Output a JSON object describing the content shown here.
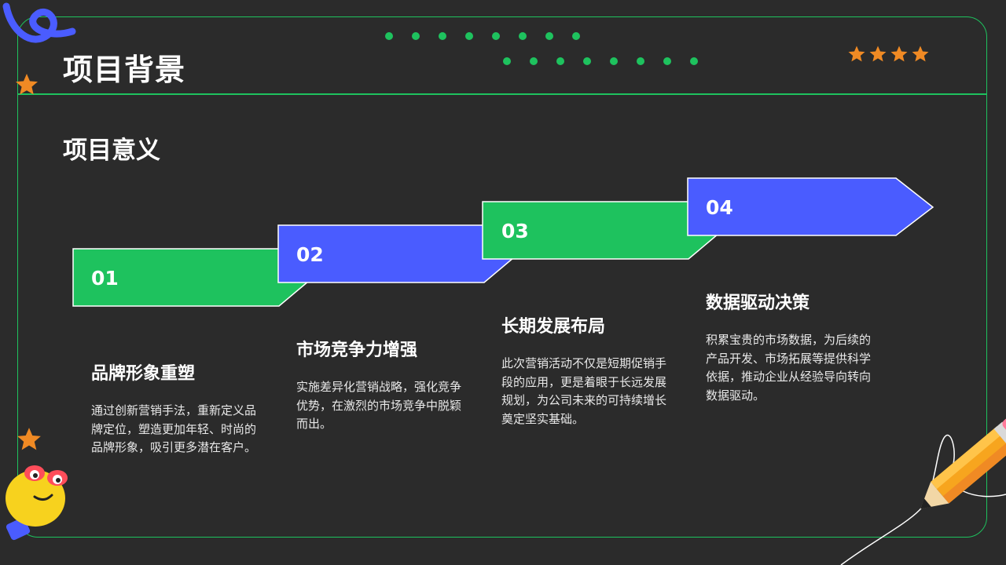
{
  "header": {
    "title": "项目背景"
  },
  "section": {
    "title": "项目意义"
  },
  "steps": [
    {
      "num": "01",
      "heading": "品牌形象重塑",
      "text": "通过创新营销手法，重新定义品牌定位，塑造更加年轻、时尚的品牌形象，吸引更多潜在客户。",
      "color": "#1ec25e"
    },
    {
      "num": "02",
      "heading": "市场竞争力增强",
      "text": "实施差异化营销战略，强化竞争优势，在激烈的市场竞争中脱颖而出。",
      "color": "#4a5cff"
    },
    {
      "num": "03",
      "heading": "长期发展布局",
      "text": "此次营销活动不仅是短期促销手段的应用，更是着眼于长远发展规划，为公司未来的可持续增长奠定坚实基础。",
      "color": "#1ec25e"
    },
    {
      "num": "04",
      "heading": "数据驱动决策",
      "text": "积累宝贵的市场数据，为后续的产品开发、市场拓展等提供科学依据，推动企业从经验导向转向数据驱动。",
      "color": "#4a5cff"
    }
  ],
  "colors": {
    "background": "#2b2b2b",
    "accent_green": "#1ec25e",
    "accent_blue": "#4a5cff",
    "star": "#f08a24"
  }
}
